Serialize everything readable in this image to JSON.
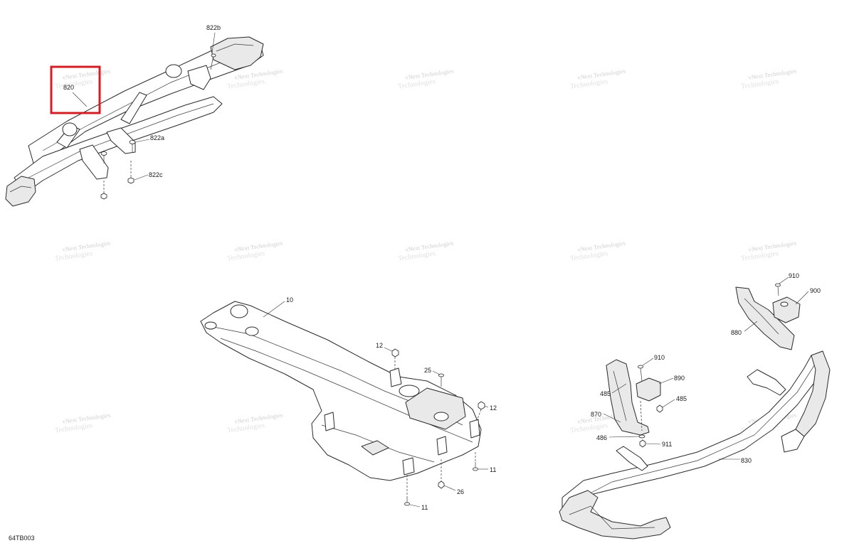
{
  "diagram_id": "64TB003",
  "watermark": {
    "line1": "vNext Technologies",
    "line2": "Technologies"
  },
  "callouts": {
    "c820": "820",
    "c822a": "822a",
    "c822b": "822b",
    "c822c": "822c",
    "c10": "10",
    "c12a": "12",
    "c12b": "12",
    "c25": "25",
    "c26": "26",
    "c11a": "11",
    "c11b": "11",
    "c910a": "910",
    "c910b": "910",
    "c900": "900",
    "c880": "880",
    "c890": "890",
    "c485a": "485",
    "c485b": "485",
    "c870": "870",
    "c486": "486",
    "c911": "911",
    "c830": "830"
  },
  "highlight_color": "#d11f25"
}
